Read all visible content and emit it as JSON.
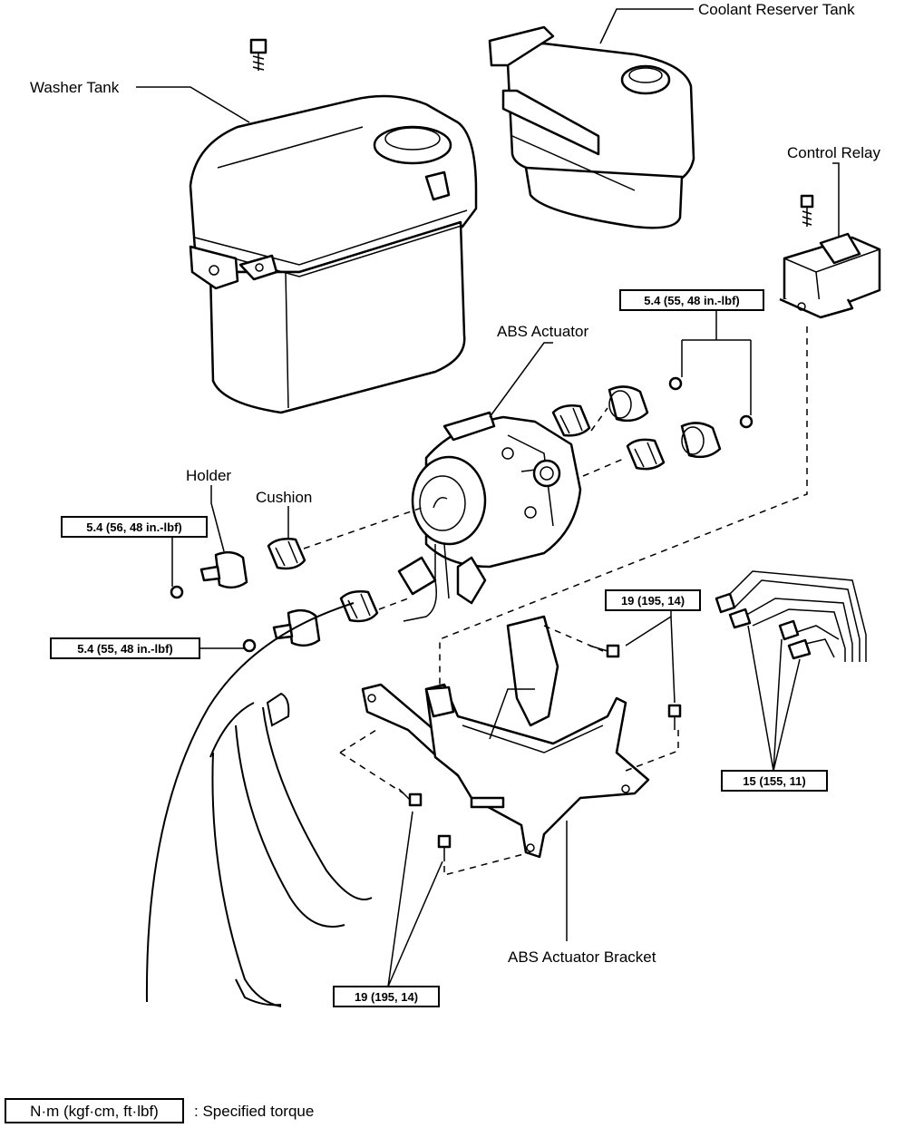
{
  "labels": {
    "coolant_reserver_tank": "Coolant Reserver Tank",
    "washer_tank": "Washer Tank",
    "control_relay": "Control Relay",
    "abs_actuator": "ABS Actuator",
    "holder": "Holder",
    "cushion": "Cushion",
    "abs_actuator_bracket": "ABS Actuator Bracket"
  },
  "torques": {
    "relay_nuts": "5.4 (55, 48 in.-lbf)",
    "holder_nut_upper": "5.4 (56, 48 in.-lbf)",
    "holder_nut_lower": "5.4 (55, 48 in.-lbf)",
    "bracket_bolt_upper": "19 (195, 14)",
    "bracket_bolts_lower": "19 (195, 14)",
    "brake_lines": "15 (155, 11)"
  },
  "legend": {
    "unit": "N·m (kgf·cm, ft·lbf)",
    "description": ": Specified torque"
  }
}
